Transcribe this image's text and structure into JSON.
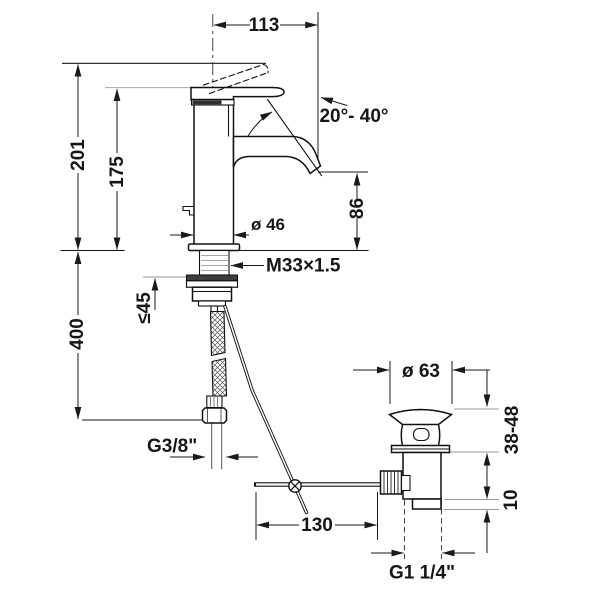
{
  "labels": {
    "spout_reach": "113",
    "handle_angle": "20°- 40°",
    "overall_height": "201",
    "body_height": "175",
    "body_diameter": "ø 46",
    "outlet_height": "86",
    "mounting_thread": "M33×1.5",
    "max_mounting_thickness": "≤45",
    "hose_length": "400",
    "supply_connection": "G3/8\"",
    "rod_horizontal_offset": "130",
    "waste_flange_diameter": "ø 63",
    "basin_thickness_range": "38-48",
    "waste_ring_height": "10",
    "waste_thread": "G1 1/4\""
  }
}
